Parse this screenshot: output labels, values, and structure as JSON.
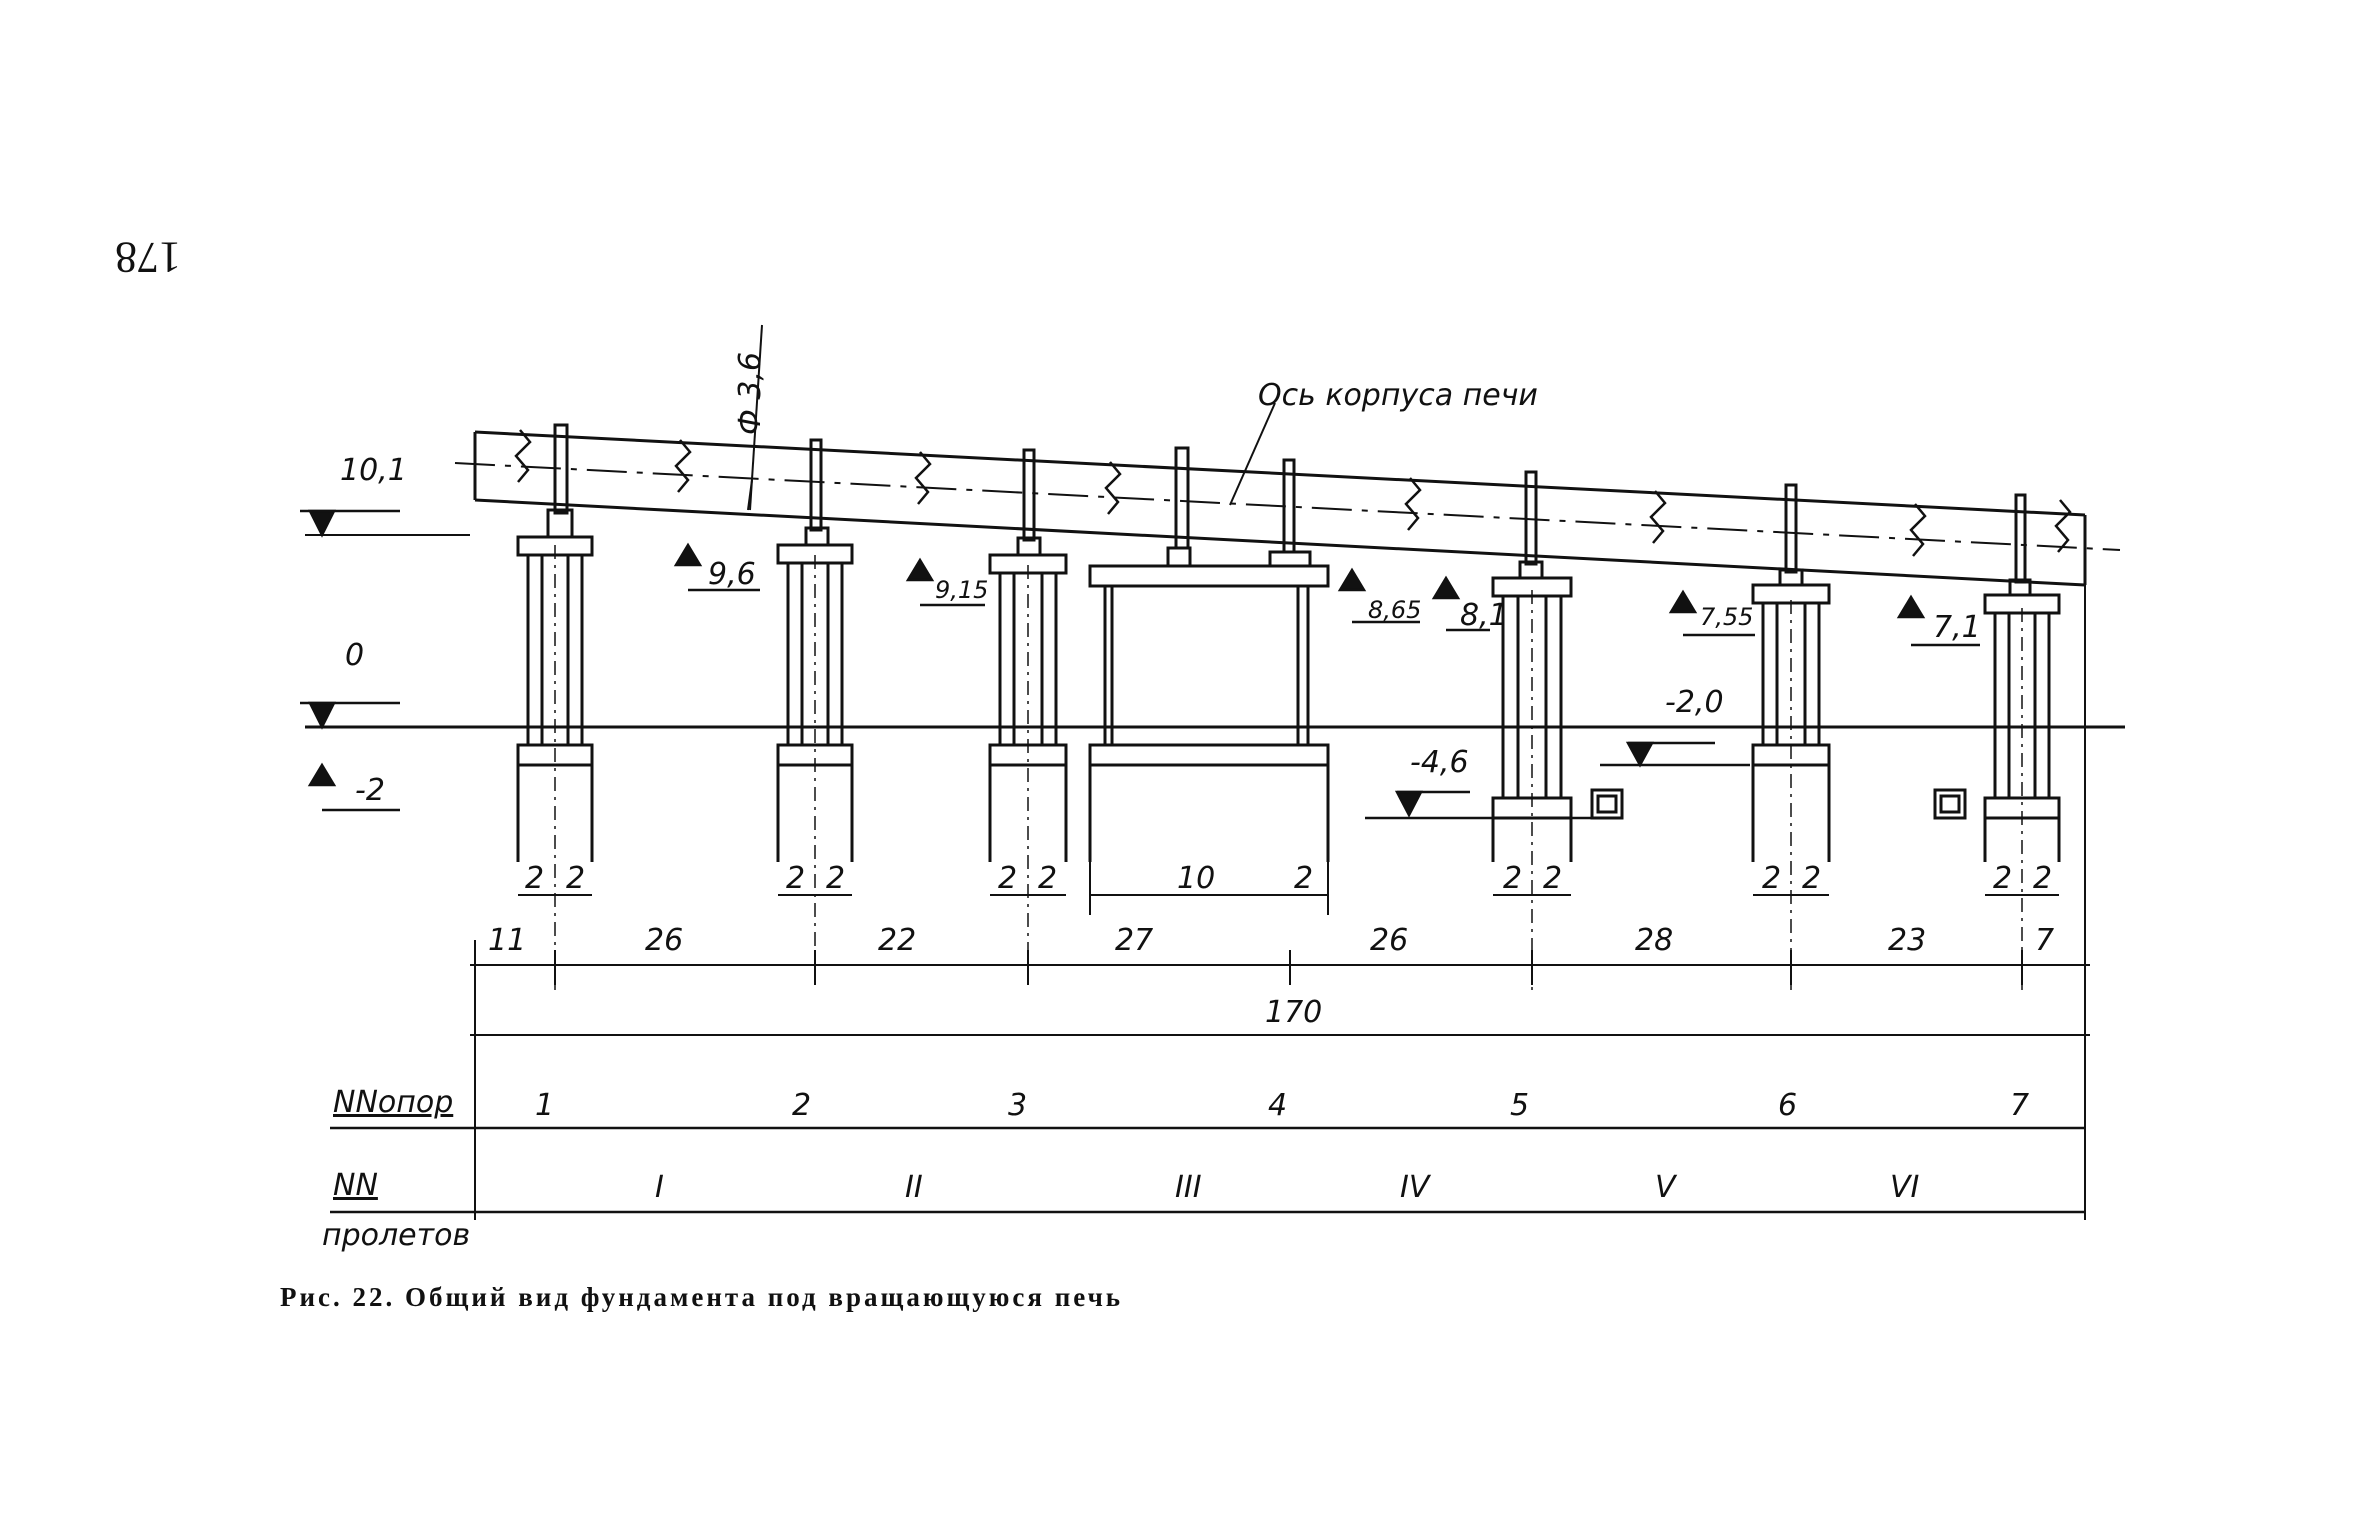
{
  "page_number": "178",
  "figure": {
    "caption": "Рис.  22.  Общий  вид  фундамента  под  вращающуюся  печь",
    "axis_label": "Ось корпуса печи",
    "diameter_label": "Ф 3,6",
    "levels": {
      "top": "10,1",
      "zero": "0",
      "minus2": "-2",
      "l96": "9,6",
      "l915": "9,15",
      "l865": "8,65",
      "l81": "8,1",
      "l755": "7,55",
      "l71": "7,1",
      "m20": "-2,0",
      "m46": "-4,6"
    },
    "column_dims": [
      "2",
      "2",
      "2",
      "2",
      "2",
      "2",
      "10",
      "2",
      "2",
      "2",
      "2",
      "2",
      "2",
      "2"
    ],
    "span_dims": [
      "11",
      "26",
      "22",
      "27",
      "26",
      "28",
      "23",
      "7"
    ],
    "total_length": "170",
    "supports_row_label": "NNопор",
    "supports": [
      "1",
      "2",
      "3",
      "4",
      "5",
      "6",
      "7"
    ],
    "spans_row_label": "NN",
    "spans_row_label2": "пролетов",
    "spans": [
      "I",
      "II",
      "III",
      "IV",
      "V",
      "VI"
    ]
  }
}
